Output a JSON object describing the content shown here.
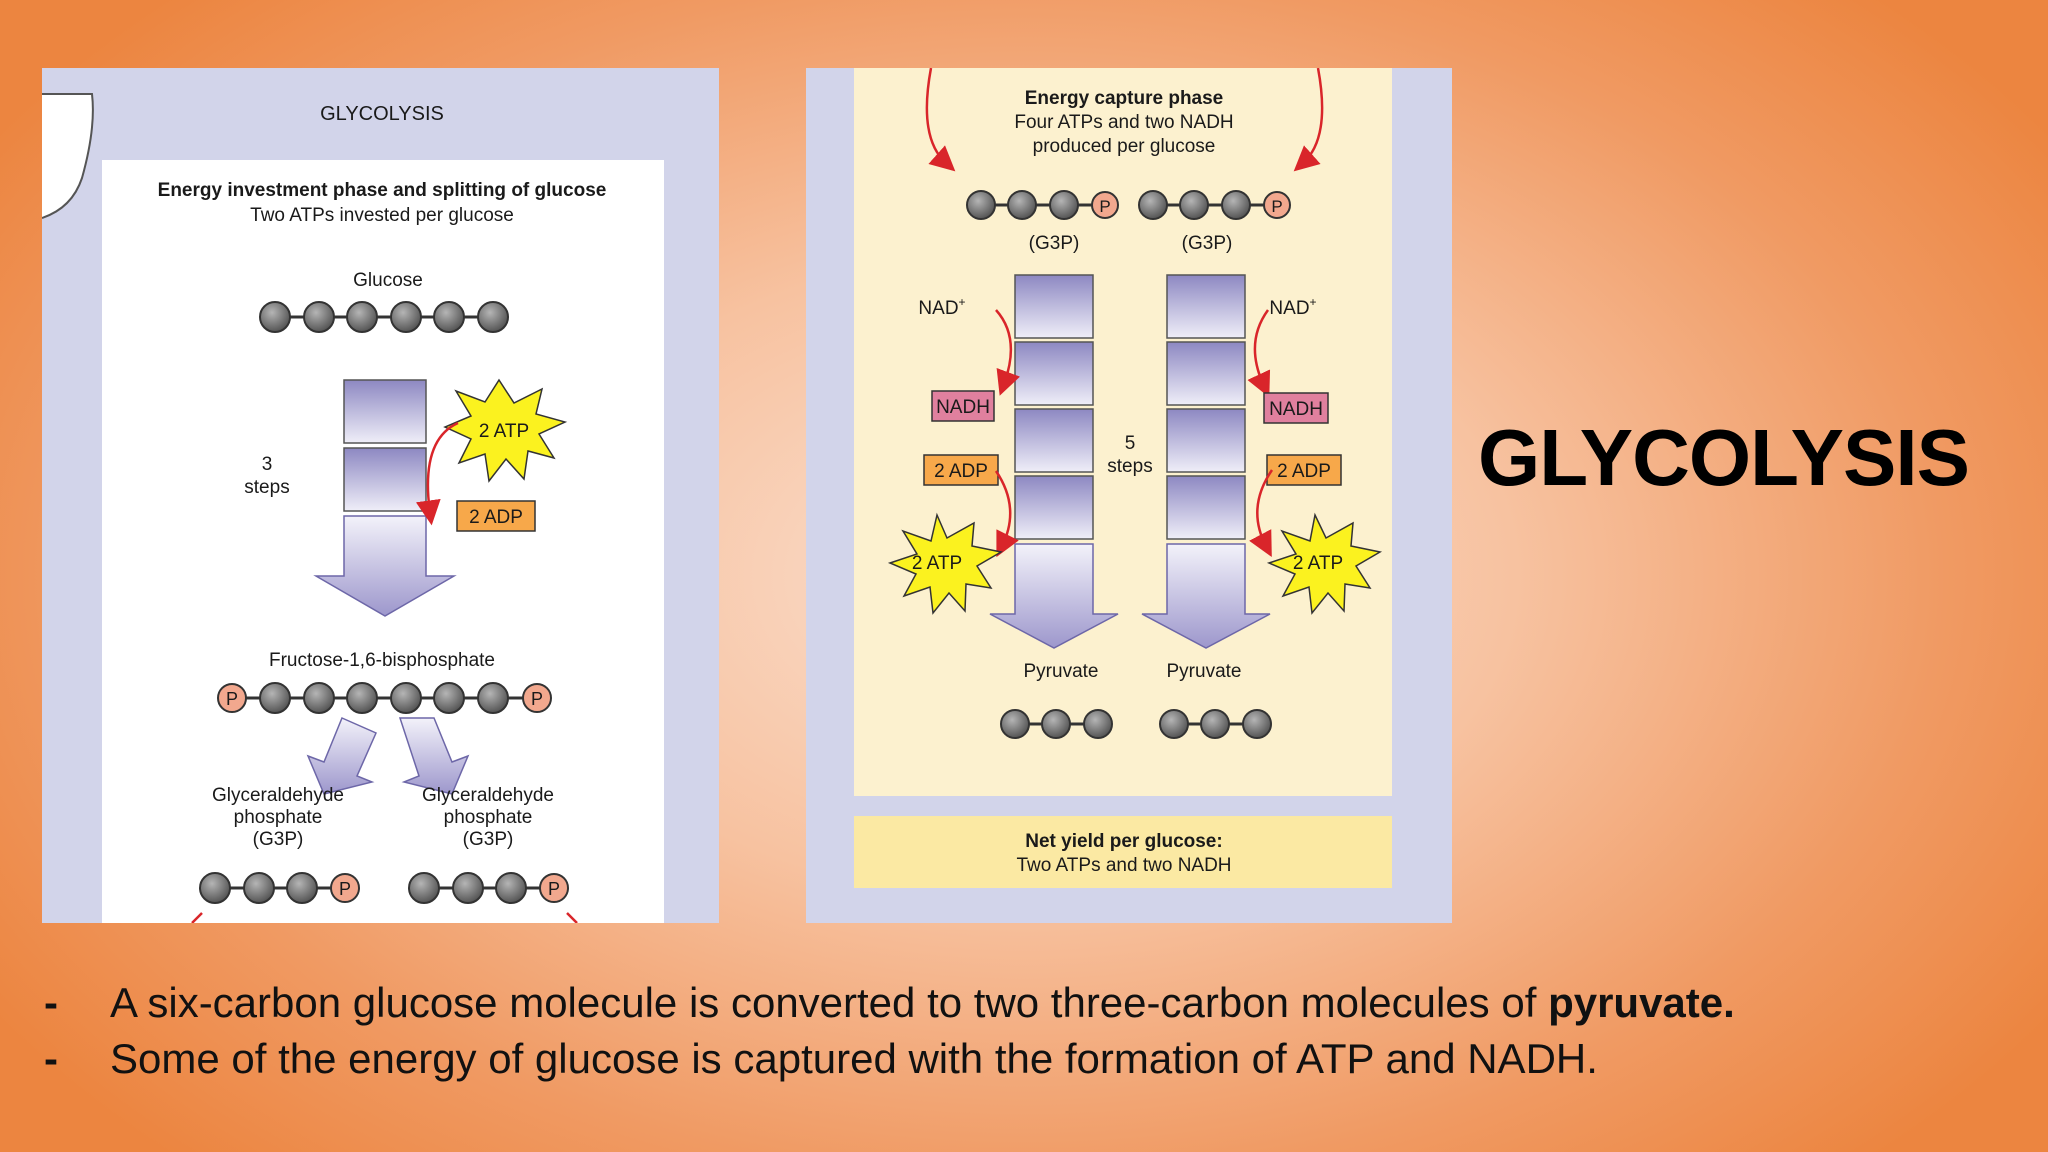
{
  "slide": {
    "title": "GLYCOLYSIS",
    "bullets": [
      {
        "marker": "-",
        "text": "A six-carbon glucose molecule is converted to two three-carbon molecules of ",
        "bold": "pyruvate."
      },
      {
        "marker": "-",
        "text": "Some of the energy of glucose is captured with the formation of ATP and NADH.",
        "bold": ""
      }
    ]
  },
  "left_panel": {
    "header": "GLYCOLYSIS",
    "phase_title": "Energy investment phase and splitting of glucose",
    "phase_subtitle": "Two ATPs invested per glucose",
    "glucose_label": "Glucose",
    "steps_number": "3",
    "steps_word": "steps",
    "atp_label": "2 ATP",
    "adp_label": "2 ADP",
    "fructose_label": "Fructose-1,6-bisphosphate",
    "g3p_line1": "Glyceraldehyde",
    "g3p_line2": "phosphate",
    "g3p_line3": "(G3P)",
    "phosphate": "P"
  },
  "right_panel": {
    "phase_title": "Energy capture phase",
    "phase_line2": "Four ATPs and two NADH",
    "phase_line3": "produced per glucose",
    "g3p_label": "(G3P)",
    "nad_label": "NAD",
    "nad_sup": "+",
    "nadh_label": "NADH",
    "adp_label": "2 ADP",
    "atp_label": "2 ATP",
    "steps_number": "5",
    "steps_word": "steps",
    "pyruvate_label": "Pyruvate",
    "phosphate": "P",
    "net_yield_title": "Net yield per glucose:",
    "net_yield_text": "Two ATPs and two NADH"
  },
  "colors": {
    "background_center": "#fbe0d0",
    "background_edge": "#ec8540",
    "panel_lavender": "#d2d4ea",
    "capture_bg": "#fcf1cf",
    "yield_bg": "#fbe9a3",
    "atp_star": "#fbf21f",
    "adp_box": "#f7a84a",
    "nadh_box": "#e0809e",
    "phosphate_fill": "#f2a88e",
    "carbon": "#6b6b6b",
    "arrow_red": "#d9252a",
    "step_box": "#a9a5d0"
  }
}
